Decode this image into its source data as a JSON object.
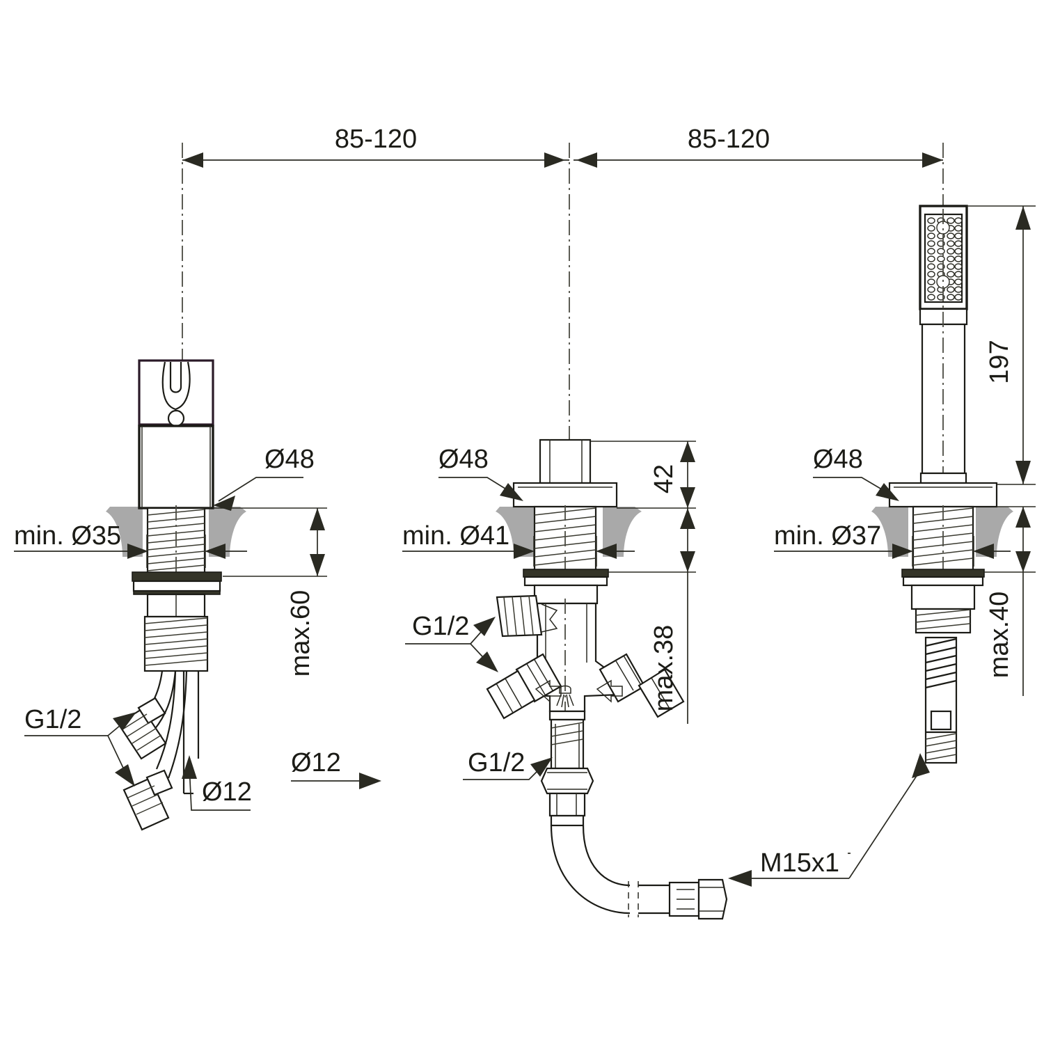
{
  "drawing": {
    "title": "Bath/shower tap installation dimension drawing",
    "units": "mm",
    "colors": {
      "line": "#1b1b16",
      "deck": "#a9a9a9",
      "dark_fill": "#343428",
      "background": "#ffffff"
    }
  },
  "top_dimensions": [
    {
      "id": "span-left",
      "label": "85-120"
    },
    {
      "id": "span-right",
      "label": "85-120"
    }
  ],
  "assemblies": [
    {
      "id": "left-mixer",
      "name": "single-lever-mixer",
      "labels": {
        "escutcheon_dia": "Ø48",
        "min_hole_dia": "min. Ø35",
        "max_thickness": "max.60",
        "supply_thread": "G1/2",
        "tube_dia": "Ø12"
      }
    },
    {
      "id": "middle-diverter",
      "name": "diverter-valve",
      "labels": {
        "escutcheon_dia": "Ø48",
        "min_hole_dia": "min. Ø41",
        "spindle_height": "42",
        "max_thickness": "max.38",
        "inlet_thread": "G1/2",
        "hose_dia": "Ø12",
        "outlet_thread": "G1/2"
      }
    },
    {
      "id": "right-handshower",
      "name": "hand-shower-outlet",
      "labels": {
        "escutcheon_dia": "Ø48",
        "min_hole_dia": "min. Ø37",
        "max_thickness": "max.40",
        "shower_length": "197",
        "hose_thread": "M15x1"
      }
    }
  ]
}
